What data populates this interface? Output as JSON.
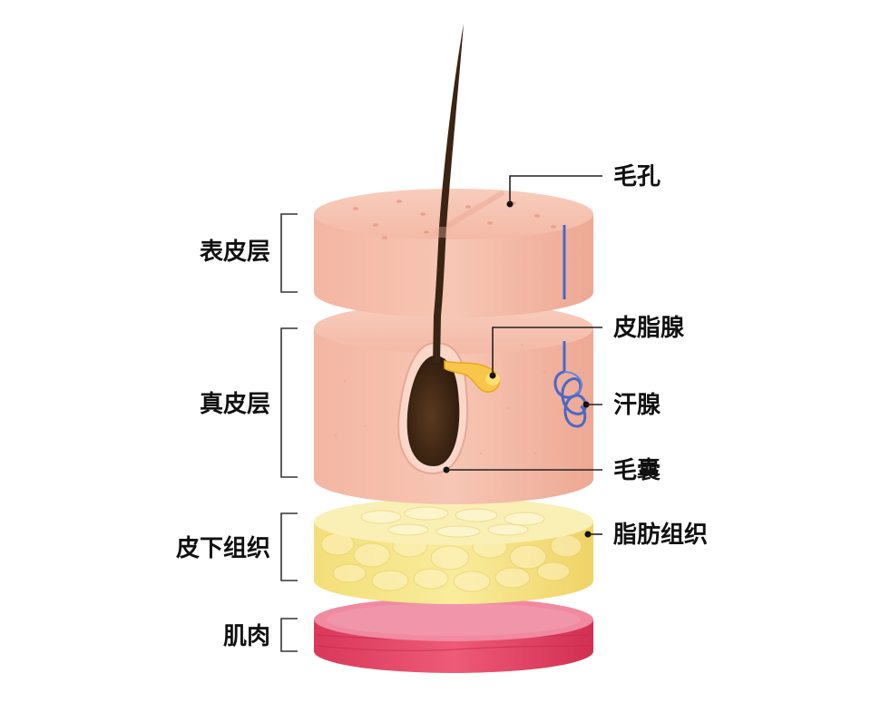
{
  "layers_left": {
    "epidermis": "表皮层",
    "dermis": "真皮层",
    "subcutaneous": "皮下组织",
    "muscle": "肌肉"
  },
  "callouts_right": {
    "pore": "毛孔",
    "sebaceous_gland": "皮脂腺",
    "sweat_gland": "汗腺",
    "hair_follicle": "毛囊",
    "adipose_tissue": "脂肪组织"
  },
  "colors": {
    "skin_top": "#f6c2b0",
    "skin_side": "#f2b19c",
    "fat": "#f6e48a",
    "muscle": "#e8506e",
    "hair": "#3a2414",
    "sweat_duct": "#4a68c8",
    "sebum": "#f2b320"
  }
}
